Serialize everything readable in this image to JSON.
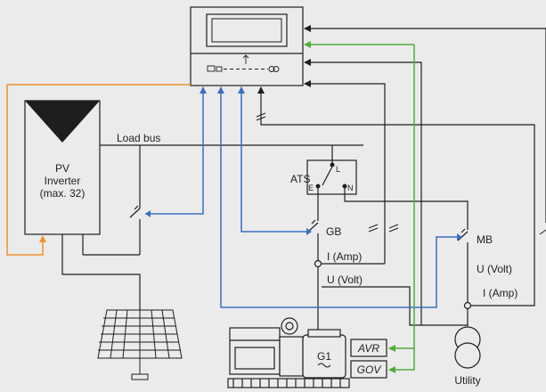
{
  "labels": {
    "load_bus": "Load bus",
    "pv_line1": "PV",
    "pv_line2": "Inverter",
    "pv_line3": "(max. 32)",
    "ats": "ATS",
    "ats_l": "L",
    "ats_e": "E",
    "ats_n": "N",
    "gb": "GB",
    "mb": "MB",
    "gen_current": "I (Amp)",
    "gen_voltage": "U (Volt)",
    "mains_voltage": "U (Volt)",
    "mains_current": "I (Amp)",
    "generator": "G1",
    "avr": "AVR",
    "gov": "GOV",
    "utility": "Utility"
  },
  "colors": {
    "black_line": "#1e1e1e",
    "blue_signal": "#3a6fc4",
    "green_signal": "#4fae3a",
    "orange_signal": "#f0922b",
    "background": "#ebebeb"
  }
}
